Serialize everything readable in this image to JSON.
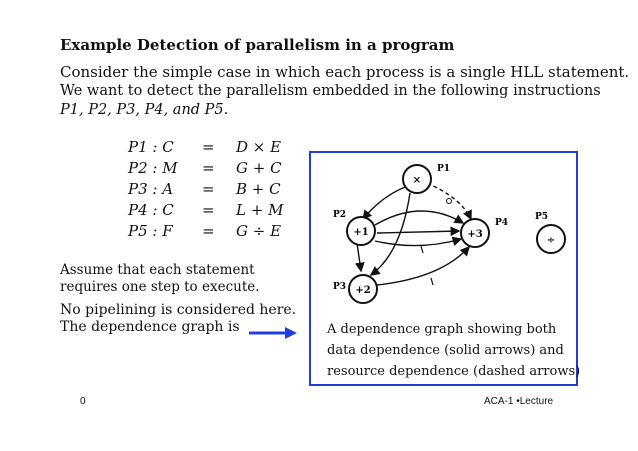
{
  "title": "Example Detection of parallelism in a program",
  "intro": {
    "line1": "Consider the simple case in which each process is a single HLL statement.",
    "line2": "We want to detect the parallelism embedded in the following instructions",
    "line3": "P1, P2, P3, P4, and P5."
  },
  "statements": [
    {
      "lhs": "P1 :  C",
      "eq": "=",
      "rhs": "D × E"
    },
    {
      "lhs": "P2 :  M",
      "eq": "=",
      "rhs": "G + C"
    },
    {
      "lhs": "P3 :  A",
      "eq": "=",
      "rhs": "B + C"
    },
    {
      "lhs": "P4 :  C",
      "eq": "=",
      "rhs": "L + M"
    },
    {
      "lhs": "P5 :  F",
      "eq": "=",
      "rhs": "G ÷ E"
    }
  ],
  "assume": {
    "line1": "Assume that each statement",
    "line2": "requires one step to execute."
  },
  "pipeline": {
    "line1": "No pipelining is considered here.",
    "line2": "The dependence graph is"
  },
  "graph": {
    "nodes": [
      {
        "id": "P1",
        "label": "P1",
        "op": "×"
      },
      {
        "id": "P2",
        "label": "P2",
        "op": "+1"
      },
      {
        "id": "P3",
        "label": "P3",
        "op": "+2"
      },
      {
        "id": "P4",
        "label": "P4",
        "op": "+3"
      },
      {
        "id": "P5",
        "label": "P5",
        "op": "÷"
      }
    ],
    "caption": {
      "line1": "A dependence graph showing both",
      "line2": "data dependence (solid arrows) and",
      "line3": "resource dependence (dashed arrows)"
    }
  },
  "footer": {
    "left": "0",
    "right": "ACA-1 •Lecture"
  },
  "colors": {
    "frame": "#1f3fdc",
    "pointer_arrow": "#1f3fdc"
  }
}
